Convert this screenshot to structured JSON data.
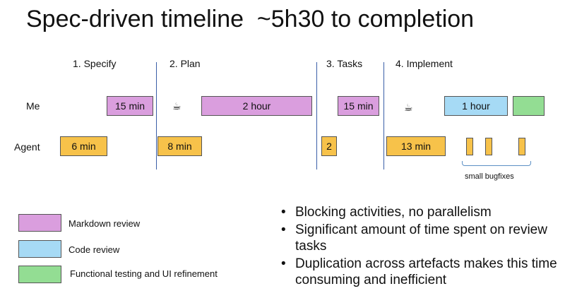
{
  "title": "Spec-driven timeline  ~5h30 to completion",
  "phases": [
    "1. Specify",
    "2. Plan",
    "3. Tasks",
    "4. Implement"
  ],
  "rows": {
    "me": "Me",
    "agent": "Agent"
  },
  "colors": {
    "markdown_review": "#da9ede",
    "code_review": "#a6daf5",
    "functional_testing": "#93dd93",
    "agent": "#f7c24a"
  },
  "me_blocks": [
    "15 min",
    "2 hour",
    "15 min",
    "1 hour",
    ""
  ],
  "agent_blocks": [
    "6 min",
    "8 min",
    "2",
    "13 min",
    "",
    "",
    ""
  ],
  "coffee_icon": "☕",
  "annotation": "small bugfixes",
  "legend": [
    "Markdown review",
    "Code review",
    "Functional testing and UI refinement"
  ],
  "bullets": [
    "Blocking activities, no parallelism",
    "Significant amount of time spent on review tasks",
    "Duplication across artefacts makes this time consuming and inefficient"
  ]
}
